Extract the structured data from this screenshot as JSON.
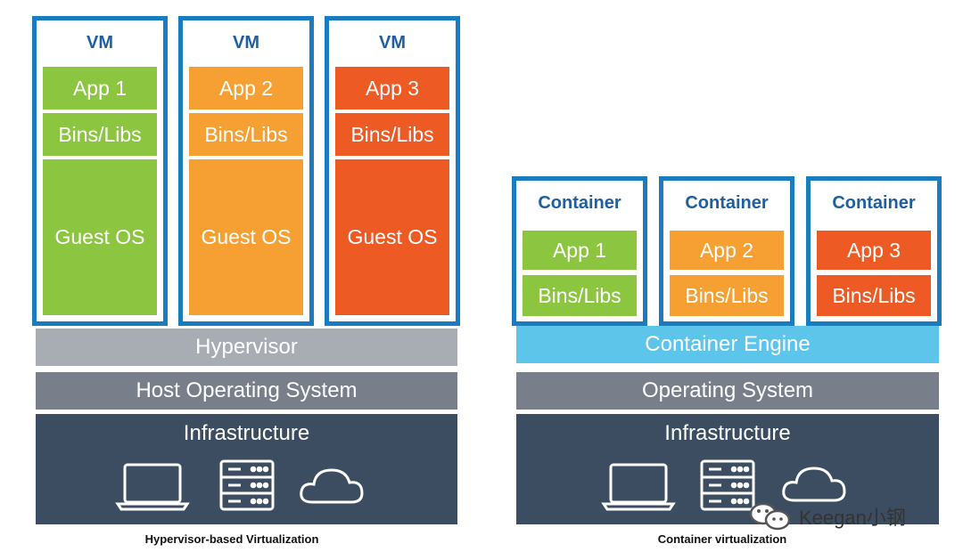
{
  "vm_stack": {
    "frame_title": "VM",
    "vms": [
      {
        "app": "App 1",
        "libs": "Bins/Libs",
        "os": "Guest OS",
        "color": "#8cc540"
      },
      {
        "app": "App 2",
        "libs": "Bins/Libs",
        "os": "Guest OS",
        "color": "#f6a033"
      },
      {
        "app": "App 3",
        "libs": "Bins/Libs",
        "os": "Guest OS",
        "color": "#ee5a24"
      }
    ],
    "hypervisor": "Hypervisor",
    "host_os": "Host Operating System",
    "infrastructure": "Infrastructure",
    "caption": "Hypervisor-based Virtualization"
  },
  "container_stack": {
    "frame_title": "Container",
    "containers": [
      {
        "app": "App 1",
        "libs": "Bins/Libs",
        "color": "#8cc540"
      },
      {
        "app": "App 2",
        "libs": "Bins/Libs",
        "color": "#f6a033"
      },
      {
        "app": "App 3",
        "libs": "Bins/Libs",
        "color": "#ee5a24"
      }
    ],
    "engine": "Container Engine",
    "os": "Operating System",
    "infrastructure": "Infrastructure",
    "caption": "Container virtualization"
  },
  "icons": [
    "laptop-icon",
    "server-icon",
    "cloud-icon"
  ],
  "watermark": "Keegan小钢",
  "colors": {
    "frame_border": "#1a7cc0",
    "title_text": "#1f5fa0"
  }
}
